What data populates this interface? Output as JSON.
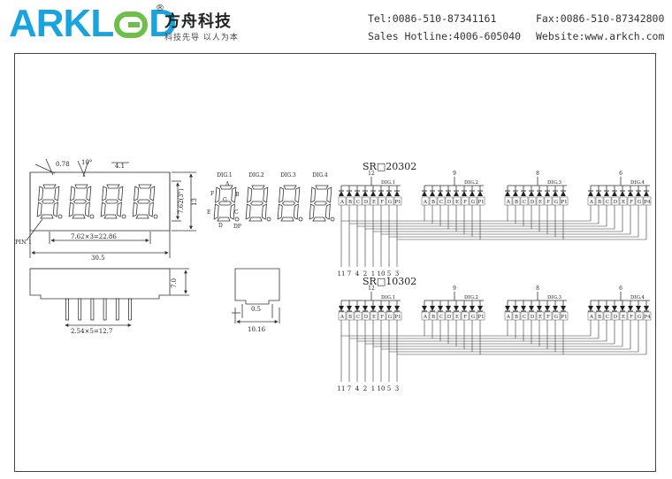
{
  "header": {
    "logo_text": "ARKLED",
    "registered_mark": "®",
    "cn_name": "方舟科技",
    "cn_slogan": "科技先导  以人为本",
    "tel": "Tel:0086-510-87341161",
    "fax": "Fax:0086-510-87342800",
    "hotline": "Sales Hotline:4006-605040",
    "website": "Website:www.arkch.com"
  },
  "front_view": {
    "dim_078": "0.78",
    "dim_angle": "10°",
    "dim_41": "4.1",
    "dim_762": "7.62(3\")",
    "dim_13": "13",
    "dim_pitch": "7.62×3=22.86",
    "dim_305": "30.5",
    "pin1": "PIN 1"
  },
  "side_view": {
    "dim_70": "7.0",
    "dim_pins": "2.54×5=12.7"
  },
  "end_view": {
    "dim_05": "0.5",
    "dim_1016": "10.16"
  },
  "digit_labels": [
    "DIG.1",
    "DIG.2",
    "DIG.3",
    "DIG.4"
  ],
  "segment_labels": {
    "a": "A",
    "b": "B",
    "c": "C",
    "d": "D",
    "e": "E",
    "f": "F",
    "g": "G",
    "dp": "DP"
  },
  "circuits": [
    {
      "title": "SR□20302",
      "digits": [
        {
          "name": "DIG.1",
          "common_pin": "12"
        },
        {
          "name": "DIG.2",
          "common_pin": "9"
        },
        {
          "name": "DIG.3",
          "common_pin": "8"
        },
        {
          "name": "DIG.4",
          "common_pin": "6"
        }
      ],
      "segments": [
        "A",
        "B",
        "C",
        "D",
        "E",
        "F",
        "G",
        "P1"
      ],
      "segments_last": [
        "A",
        "B",
        "C",
        "D",
        "E",
        "F",
        "G",
        "P4"
      ],
      "bottom_pins": [
        "11",
        "7",
        "4",
        "2",
        "1",
        "10",
        "5",
        "3"
      ]
    },
    {
      "title": "SR□10302",
      "digits": [
        {
          "name": "DIG.1",
          "common_pin": "12"
        },
        {
          "name": "DIG.2",
          "common_pin": "9"
        },
        {
          "name": "DIG.3",
          "common_pin": "8"
        },
        {
          "name": "DIG.4",
          "common_pin": "6"
        }
      ],
      "segments": [
        "A",
        "B",
        "C",
        "D",
        "E",
        "F",
        "G",
        "P1"
      ],
      "segments_last": [
        "A",
        "B",
        "C",
        "D",
        "E",
        "F",
        "G",
        "P4"
      ],
      "bottom_pins": [
        "11",
        "7",
        "4",
        "2",
        "1",
        "10",
        "5",
        "3"
      ]
    }
  ]
}
